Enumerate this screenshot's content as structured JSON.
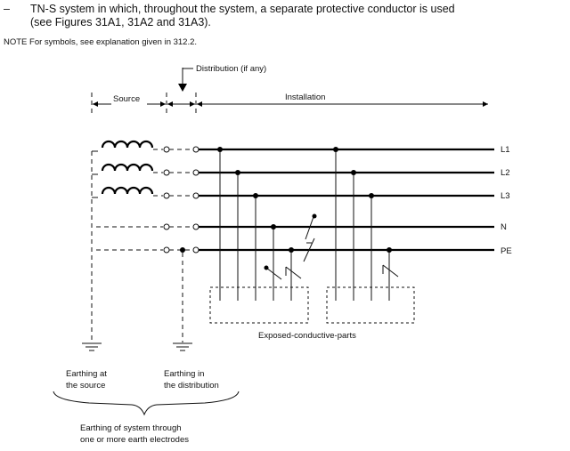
{
  "header": {
    "dash": "–",
    "line1": "TN-S system in which, throughout the system, a separate protective conductor is used",
    "line2": "(see Figures 31A1, 31A2 and 31A3)."
  },
  "note": "NOTE  For symbols, see explanation given in 312.2.",
  "diagram": {
    "distribution_label": "Distribution (if any)",
    "source_label": "Source",
    "installation_label": "Installation",
    "conductors": [
      "L1",
      "L2",
      "L3",
      "N",
      "PE"
    ],
    "exposed_parts_label": "Exposed-conductive-parts",
    "earthing_source": [
      "Earthing at",
      "the source"
    ],
    "earthing_distribution": [
      "Earthing in",
      "the distribution"
    ],
    "earthing_system": [
      "Earthing of system through",
      "one or more earth electrodes"
    ]
  }
}
